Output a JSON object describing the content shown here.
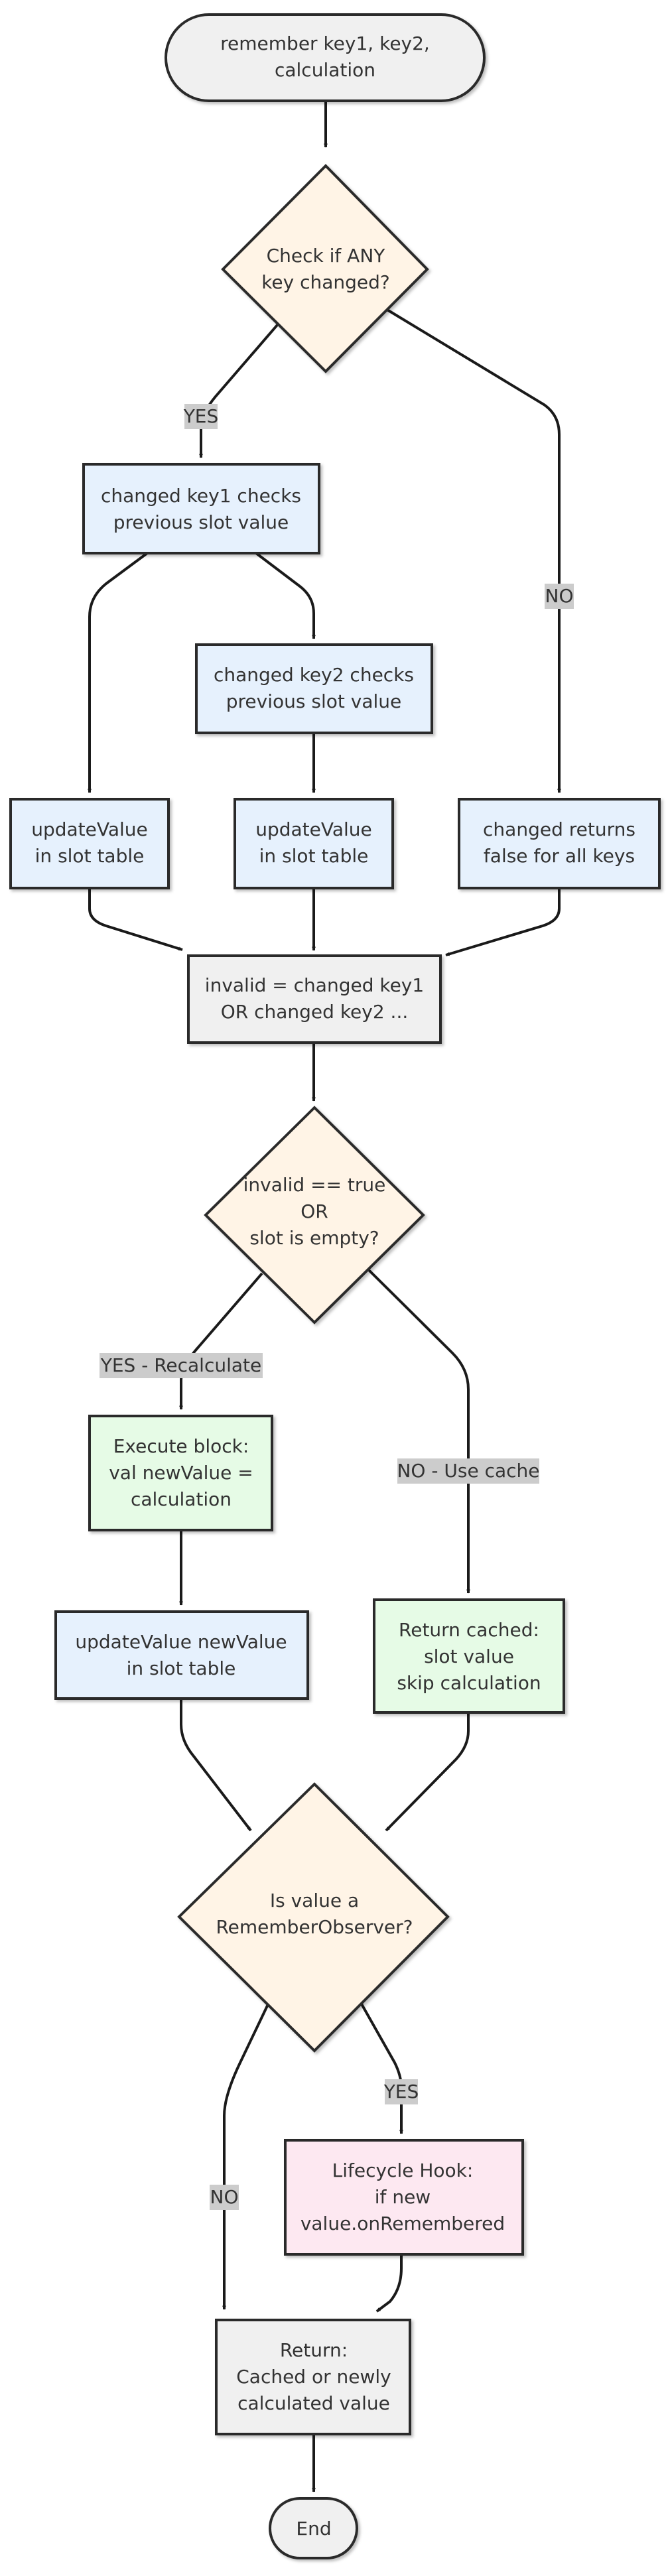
{
  "colors": {
    "gray_fill": "#f0f0f0",
    "decision_fill": "#fff4e6",
    "blue_fill": "#e6f1fd",
    "green_fill": "#e6fbe6",
    "pink_fill": "#fde8f1",
    "edge_label_bg": "#cccccc",
    "stroke": "#2b2b2b"
  },
  "nodes": {
    "start": [
      "remember key1, key2,",
      "calculation"
    ],
    "check_changed": [
      "Check if ANY",
      "key changed?"
    ],
    "changed_key1": [
      "changed key1 checks",
      "previous slot value"
    ],
    "changed_key2": [
      "changed key2 checks",
      "previous slot value"
    ],
    "update_value_1": [
      "updateValue",
      "in slot table"
    ],
    "update_value_2": [
      "updateValue",
      "in slot table"
    ],
    "changed_returns_false": [
      "changed returns",
      "false for all keys"
    ],
    "invalid_or": [
      "invalid = changed key1",
      "OR changed key2 ..."
    ],
    "invalid_decision": [
      "invalid == true",
      "OR",
      "slot is empty?"
    ],
    "execute_block": [
      "Execute block:",
      "val newValue =",
      "calculation"
    ],
    "update_new_value": [
      "updateValue newValue",
      "in slot table"
    ],
    "return_cached": [
      "Return cached:",
      "slot value",
      "skip calculation"
    ],
    "remember_observer": [
      "Is value a",
      "RememberObserver?"
    ],
    "lifecycle_hook": [
      "Lifecycle Hook:",
      "if new",
      "value.onRemembered"
    ],
    "return_value": [
      "Return:",
      "Cached or newly",
      "calculated value"
    ],
    "end": [
      "End"
    ]
  },
  "edge_labels": {
    "yes_changed": "YES",
    "no_changed": "NO",
    "yes_recalculate": "YES - Recalculate",
    "no_use_cache": "NO - Use cache",
    "yes_observer": "YES",
    "no_observer": "NO"
  }
}
